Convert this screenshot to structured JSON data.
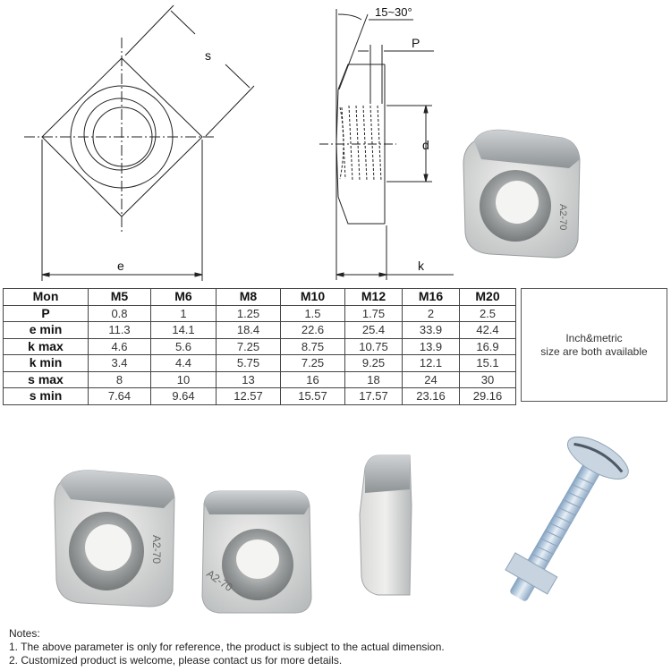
{
  "drawing": {
    "front_view": {
      "label_s": "s",
      "label_e": "e"
    },
    "side_view": {
      "label_angle": "15~30°",
      "label_p": "P",
      "label_d": "d",
      "label_k": "k"
    }
  },
  "spec_table": {
    "headers": [
      "Mon",
      "M5",
      "M6",
      "M8",
      "M10",
      "M12",
      "M16",
      "M20"
    ],
    "rows": [
      {
        "label": "P",
        "values": [
          "0.8",
          "1",
          "1.25",
          "1.5",
          "1.75",
          "2",
          "2.5"
        ]
      },
      {
        "label": "e min",
        "values": [
          "11.3",
          "14.1",
          "18.4",
          "22.6",
          "25.4",
          "33.9",
          "42.4"
        ]
      },
      {
        "label": "k max",
        "values": [
          "4.6",
          "5.6",
          "7.25",
          "8.75",
          "10.75",
          "13.9",
          "16.9"
        ]
      },
      {
        "label": "k min",
        "values": [
          "3.4",
          "4.4",
          "5.75",
          "7.25",
          "9.25",
          "12.1",
          "15.1"
        ]
      },
      {
        "label": "s max",
        "values": [
          "8",
          "10",
          "13",
          "16",
          "18",
          "24",
          "30"
        ]
      },
      {
        "label": "s min",
        "values": [
          "7.64",
          "9.64",
          "12.57",
          "15.57",
          "17.57",
          "23.16",
          "29.16"
        ]
      }
    ]
  },
  "side_box": {
    "line1": "Inch&metric",
    "line2": "size are both available"
  },
  "photos": {
    "marking": "A2-70",
    "items": [
      "square-nut-top-right",
      "square-nut-angle",
      "square-nut-front",
      "square-nut-side",
      "roofing-bolt-with-square-nut"
    ]
  },
  "notes": {
    "title": "Notes:",
    "items": [
      "1. The above parameter is only for reference, the product is subject to the actual dimension.",
      "2. Customized product is welcome, please contact us for more details."
    ]
  }
}
